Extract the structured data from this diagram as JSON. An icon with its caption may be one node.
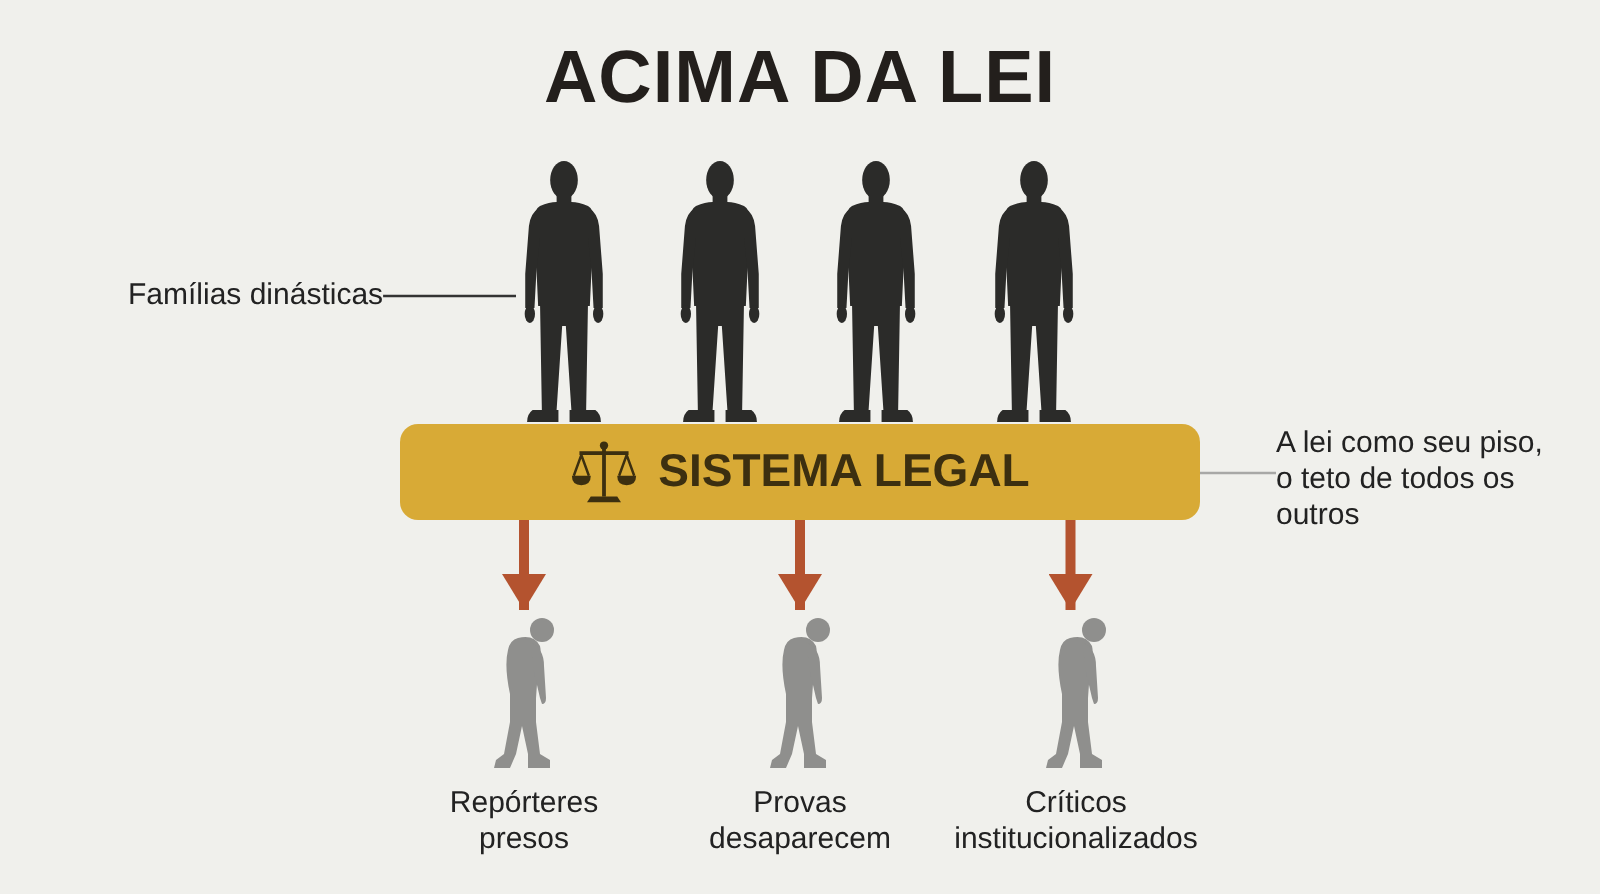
{
  "diagram": {
    "title": "ACIMA DA LEI",
    "nodes": [
      {
        "text": [
          "Famílias dinásticas"
        ]
      },
      {
        "text": [],
        "shape": "person"
      },
      {
        "text": [],
        "shape": "person"
      },
      {
        "text": [],
        "shape": "person"
      },
      {
        "text": [],
        "shape": "person"
      },
      {
        "text": [
          "SISTEMA LEGAL"
        ]
      },
      {
        "text": [
          "A lei como seu piso, o teto de todos os outros"
        ]
      },
      {
        "text": [],
        "shape": "person",
        "beside": [
          "Repórteres presos"
        ]
      },
      {
        "text": [],
        "shape": "person",
        "beside": [
          "Provas desaparecem"
        ]
      },
      {
        "text": [],
        "shape": "person",
        "beside": [
          "Críticos institucionalizados"
        ]
      }
    ],
    "edges": [
      {
        "from": 0,
        "to": 1,
        "arrow": "none",
        "color": "#333333"
      },
      {
        "from": 6,
        "to": 5,
        "arrow": "none",
        "color": "#a8a8a6"
      },
      {
        "from": 5,
        "to": 7,
        "arrow": "to"
      },
      {
        "from": 5,
        "to": 8,
        "arrow": "to"
      },
      {
        "from": 5,
        "to": 9,
        "arrow": "to"
      }
    ]
  }
}
